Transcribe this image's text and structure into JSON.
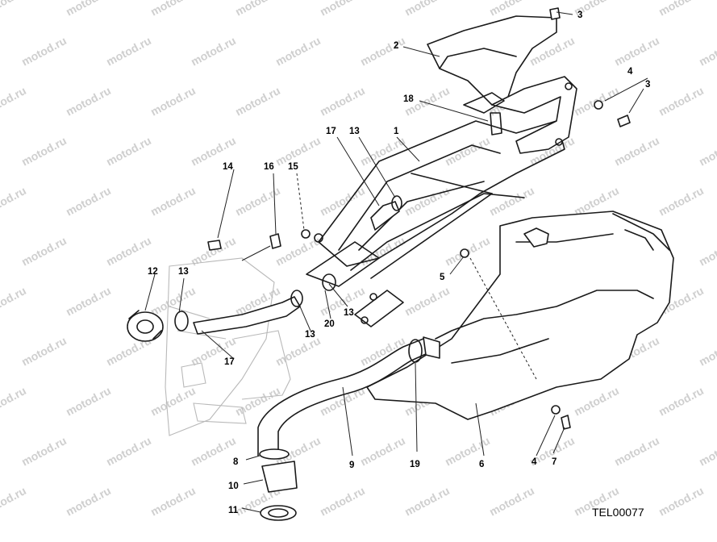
{
  "diagram": {
    "drawing_code": "TEL00077",
    "watermark_text": "motod.ru",
    "callouts": [
      {
        "id": "c-1",
        "label": "1"
      },
      {
        "id": "c-2",
        "label": "2"
      },
      {
        "id": "c-3a",
        "label": "3"
      },
      {
        "id": "c-3b",
        "label": "3"
      },
      {
        "id": "c-4a",
        "label": "4"
      },
      {
        "id": "c-4b",
        "label": "4"
      },
      {
        "id": "c-5",
        "label": "5"
      },
      {
        "id": "c-6",
        "label": "6"
      },
      {
        "id": "c-7",
        "label": "7"
      },
      {
        "id": "c-8",
        "label": "8"
      },
      {
        "id": "c-9",
        "label": "9"
      },
      {
        "id": "c-10",
        "label": "10"
      },
      {
        "id": "c-11",
        "label": "11"
      },
      {
        "id": "c-12",
        "label": "12"
      },
      {
        "id": "c-13a",
        "label": "13"
      },
      {
        "id": "c-13b",
        "label": "13"
      },
      {
        "id": "c-13c",
        "label": "13"
      },
      {
        "id": "c-13d",
        "label": "13"
      },
      {
        "id": "c-14",
        "label": "14"
      },
      {
        "id": "c-15",
        "label": "15"
      },
      {
        "id": "c-16",
        "label": "16"
      },
      {
        "id": "c-17a",
        "label": "17"
      },
      {
        "id": "c-17b",
        "label": "17"
      },
      {
        "id": "c-18",
        "label": "18"
      },
      {
        "id": "c-19",
        "label": "19"
      },
      {
        "id": "c-20",
        "label": "20"
      }
    ]
  }
}
